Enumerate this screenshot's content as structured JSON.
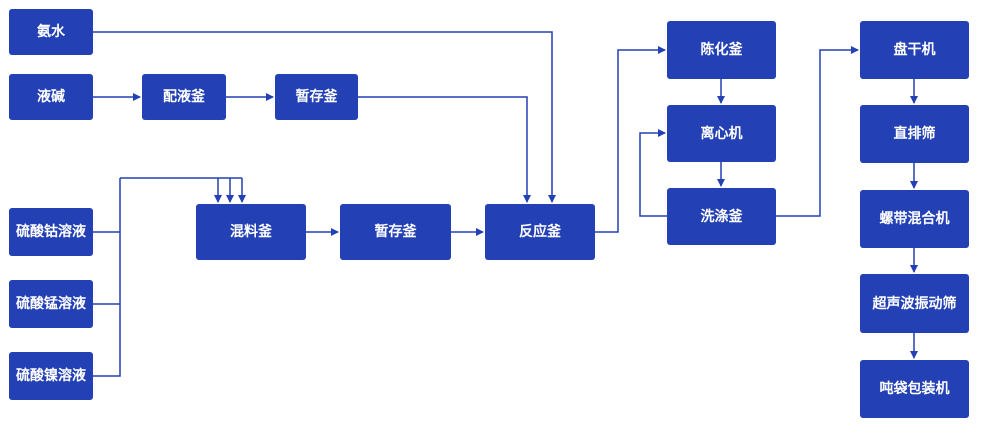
{
  "colors": {
    "node_fill": "#2340b4",
    "node_text": "#ffffff",
    "connector": "#2340b4",
    "background": "#ffffff"
  },
  "nodes": {
    "ammonia": "氨水",
    "lye": "液碱",
    "mixing_kettle_lye": "配液釜",
    "temp_storage_lye": "暂存釜",
    "cobalt_sulfate": "硫酸钴溶液",
    "manganese_sulfate": "硫酸锰溶液",
    "nickel_sulfate": "硫酸镍溶液",
    "blending_kettle": "混料釜",
    "temp_storage_mix": "暂存釜",
    "reaction_kettle": "反应釜",
    "aging_kettle": "陈化釜",
    "centrifuge": "离心机",
    "washing_kettle": "洗涤釜",
    "tray_dryer": "盘干机",
    "straight_sieve": "直排筛",
    "ribbon_mixer": "螺带混合机",
    "ultrasonic_sieve": "超声波振动筛",
    "ton_bag_packer": "吨袋包装机"
  }
}
